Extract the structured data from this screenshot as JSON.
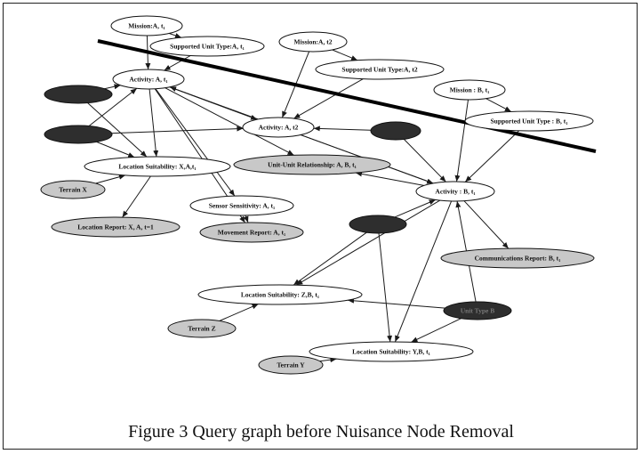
{
  "caption": "Figure 3 Query graph before Nuisance Node Removal",
  "colors": {
    "white": "#ffffff",
    "light": "#c8c8c8",
    "dark": "#2e2e2e",
    "edge": "#1a1a1a"
  },
  "nodes": [
    {
      "id": "n_mission_a_t1",
      "label": "Mission:A, t₁",
      "fill": "white"
    },
    {
      "id": "n_sut_a_t1",
      "label": "Supported Unit Type:A, t₁",
      "fill": "white"
    },
    {
      "id": "n_mission_a_t2",
      "label": "Mission:A, t2",
      "fill": "white"
    },
    {
      "id": "n_sut_a_t2",
      "label": "Supported Unit Type:A, t2",
      "fill": "white"
    },
    {
      "id": "n_activity_a_t1",
      "label": "Activity: A, t₁",
      "fill": "white"
    },
    {
      "id": "n_dark_1",
      "label": "",
      "fill": "dark"
    },
    {
      "id": "n_dark_2",
      "label": "",
      "fill": "dark"
    },
    {
      "id": "n_activity_a_t2",
      "label": "Activity: A, t2",
      "fill": "white"
    },
    {
      "id": "n_dark_3",
      "label": "",
      "fill": "dark"
    },
    {
      "id": "n_mission_b_t1",
      "label": "Mission : B, t₁",
      "fill": "white"
    },
    {
      "id": "n_sut_b_t1",
      "label": "Supported Unit Type : B, t₁",
      "fill": "white"
    },
    {
      "id": "n_locsuit_x",
      "label": "Location Suitability: X,A,t₁",
      "fill": "white"
    },
    {
      "id": "n_uu_rel",
      "label": "Unit-Unit Relationship: A, B, t₁",
      "fill": "light"
    },
    {
      "id": "n_terrain_x",
      "label": "Terrain X",
      "fill": "light"
    },
    {
      "id": "n_activity_b_t1",
      "label": "Activity : B, t₁",
      "fill": "white"
    },
    {
      "id": "n_sensor",
      "label": "Sensor Sensitivity: A, t₁",
      "fill": "white"
    },
    {
      "id": "n_locrep_x",
      "label": "Location Report: X, A, t=1",
      "fill": "light"
    },
    {
      "id": "n_movrep",
      "label": "Movement Report: A, t₁",
      "fill": "light"
    },
    {
      "id": "n_dark_4",
      "label": "",
      "fill": "dark"
    },
    {
      "id": "n_comm_rep",
      "label": "Communications Report: B, t₁",
      "fill": "light"
    },
    {
      "id": "n_locsuit_z",
      "label": "Location Suitability: Z,B, t₁",
      "fill": "white"
    },
    {
      "id": "n_unittype_b",
      "label": "Unit Type B",
      "fill": "dark"
    },
    {
      "id": "n_terrain_z",
      "label": "Terrain Z",
      "fill": "light"
    },
    {
      "id": "n_terrain_y",
      "label": "Terrain Y",
      "fill": "light"
    },
    {
      "id": "n_locsuit_y",
      "label": "Location Suitability: Y,B, t₁",
      "fill": "white"
    }
  ],
  "edges": [
    [
      "n_mission_a_t1",
      "n_sut_a_t1"
    ],
    [
      "n_mission_a_t1",
      "n_activity_a_t1"
    ],
    [
      "n_sut_a_t1",
      "n_activity_a_t1"
    ],
    [
      "n_mission_a_t2",
      "n_sut_a_t2"
    ],
    [
      "n_mission_a_t2",
      "n_activity_a_t2"
    ],
    [
      "n_sut_a_t2",
      "n_activity_a_t2"
    ],
    [
      "n_dark_1",
      "n_activity_a_t1"
    ],
    [
      "n_dark_2",
      "n_activity_a_t1"
    ],
    [
      "n_dark_1",
      "n_locsuit_x"
    ],
    [
      "n_dark_2",
      "n_locsuit_x"
    ],
    [
      "n_dark_2",
      "n_activity_a_t2"
    ],
    [
      "n_activity_a_t1",
      "n_activity_a_t2"
    ],
    [
      "n_activity_a_t1",
      "n_locsuit_x"
    ],
    [
      "n_activity_a_t1",
      "n_uu_rel"
    ],
    [
      "n_activity_a_t1",
      "n_sensor"
    ],
    [
      "n_activity_a_t1",
      "n_movrep"
    ],
    [
      "n_activity_a_t1",
      "n_activity_b_t1"
    ],
    [
      "n_dark_3",
      "n_activity_a_t2"
    ],
    [
      "n_dark_3",
      "n_activity_b_t1"
    ],
    [
      "n_mission_b_t1",
      "n_sut_b_t1"
    ],
    [
      "n_mission_b_t1",
      "n_activity_b_t1"
    ],
    [
      "n_sut_b_t1",
      "n_activity_b_t1"
    ],
    [
      "n_activity_b_t1",
      "n_activity_a_t1"
    ],
    [
      "n_activity_b_t1",
      "n_uu_rel"
    ],
    [
      "n_activity_b_t1",
      "n_comm_rep"
    ],
    [
      "n_activity_b_t1",
      "n_locsuit_z"
    ],
    [
      "n_activity_b_t1",
      "n_locsuit_y"
    ],
    [
      "n_terrain_x",
      "n_locsuit_x"
    ],
    [
      "n_locsuit_x",
      "n_locrep_x"
    ],
    [
      "n_sensor",
      "n_movrep"
    ],
    [
      "n_dark_4",
      "n_activity_b_t1"
    ],
    [
      "n_dark_4",
      "n_locsuit_z"
    ],
    [
      "n_dark_4",
      "n_locsuit_y"
    ],
    [
      "n_unittype_b",
      "n_activity_b_t1"
    ],
    [
      "n_unittype_b",
      "n_locsuit_z"
    ],
    [
      "n_unittype_b",
      "n_locsuit_y"
    ],
    [
      "n_terrain_z",
      "n_locsuit_z"
    ],
    [
      "n_terrain_y",
      "n_locsuit_y"
    ]
  ]
}
